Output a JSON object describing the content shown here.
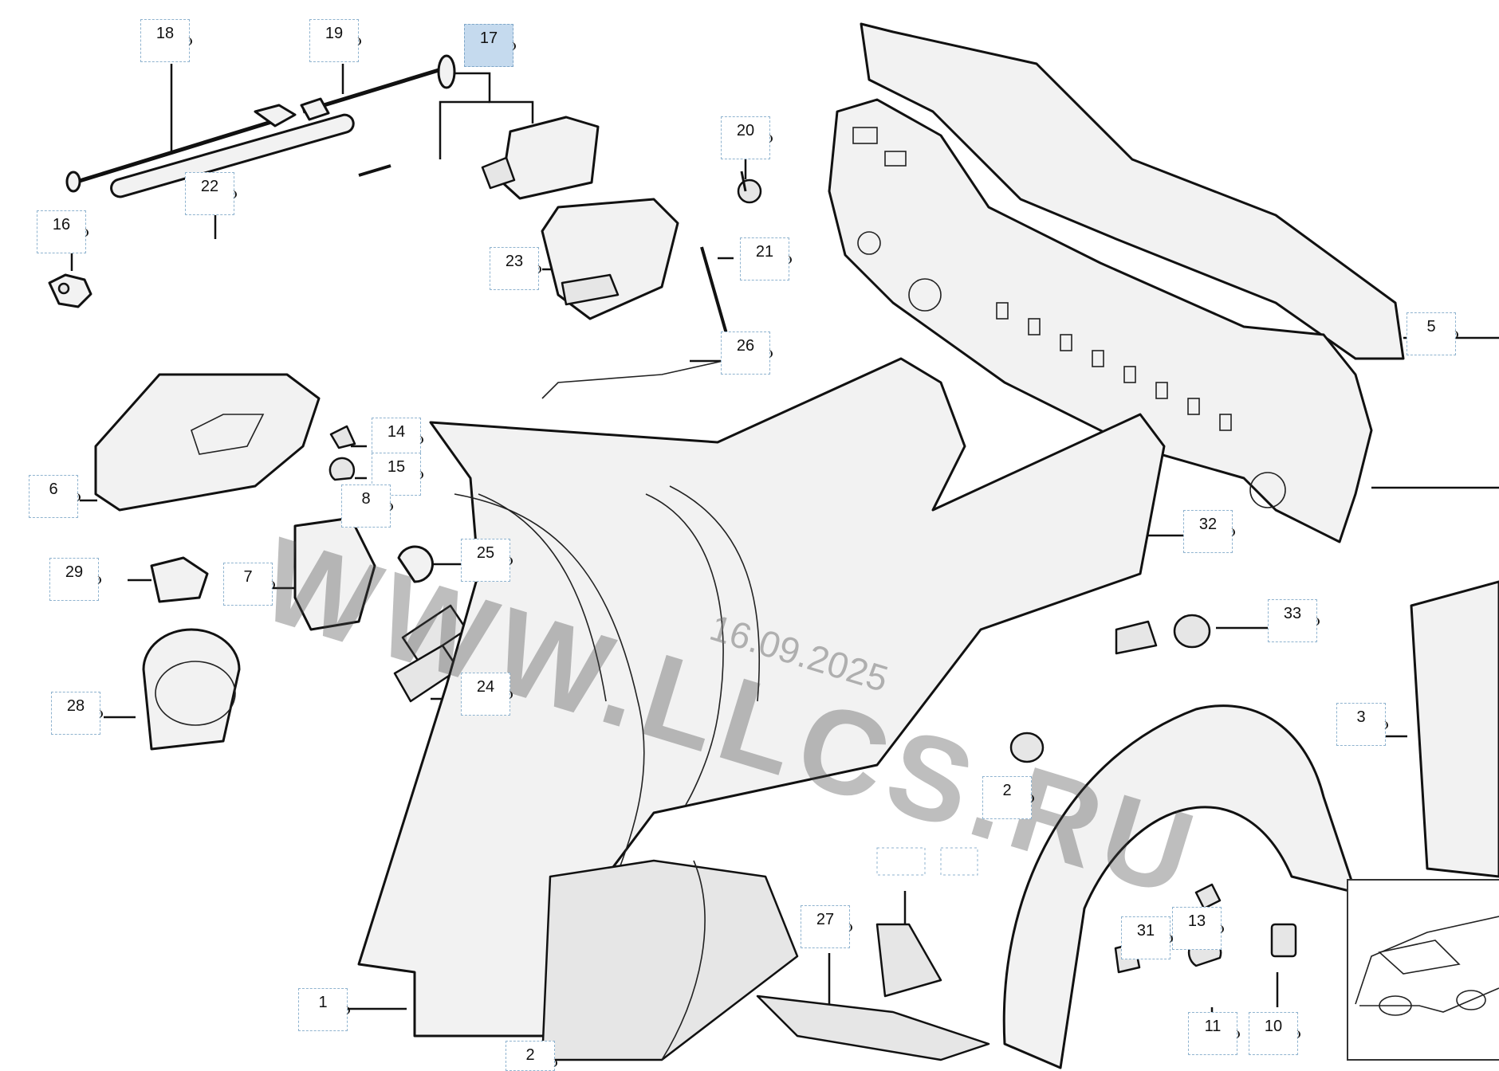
{
  "diagram": {
    "callouts": [
      {
        "label": "18",
        "active": false
      },
      {
        "label": "19",
        "active": false
      },
      {
        "label": "17",
        "active": true
      },
      {
        "label": "16",
        "active": false
      },
      {
        "label": "22",
        "active": false
      },
      {
        "label": "20",
        "active": false
      },
      {
        "label": "23",
        "active": false
      },
      {
        "label": "21",
        "active": false
      },
      {
        "label": "26",
        "active": false
      },
      {
        "label": "5",
        "active": false
      },
      {
        "label": "14",
        "active": false
      },
      {
        "label": "15",
        "active": false
      },
      {
        "label": "6",
        "active": false
      },
      {
        "label": "8",
        "active": false
      },
      {
        "label": "29",
        "active": false
      },
      {
        "label": "7",
        "active": false
      },
      {
        "label": "25",
        "active": false
      },
      {
        "label": "32",
        "active": false
      },
      {
        "label": "33",
        "active": false
      },
      {
        "label": "28",
        "active": false
      },
      {
        "label": "24",
        "active": false
      },
      {
        "label": "3",
        "active": false
      },
      {
        "label": "2",
        "active": false
      },
      {
        "label": "27",
        "active": false
      },
      {
        "label": "13",
        "active": false
      },
      {
        "label": "31",
        "active": false
      },
      {
        "label": "1",
        "active": false
      },
      {
        "label": "11",
        "active": false
      },
      {
        "label": "10",
        "active": false
      },
      {
        "label": "2",
        "active": false
      }
    ],
    "watermark": "WWW.LLCS.RU",
    "watermark_date": "16.09.2025",
    "reference_number": "",
    "highlight_color": "#c5daee",
    "callout_border_color": "#8fb3cf"
  }
}
